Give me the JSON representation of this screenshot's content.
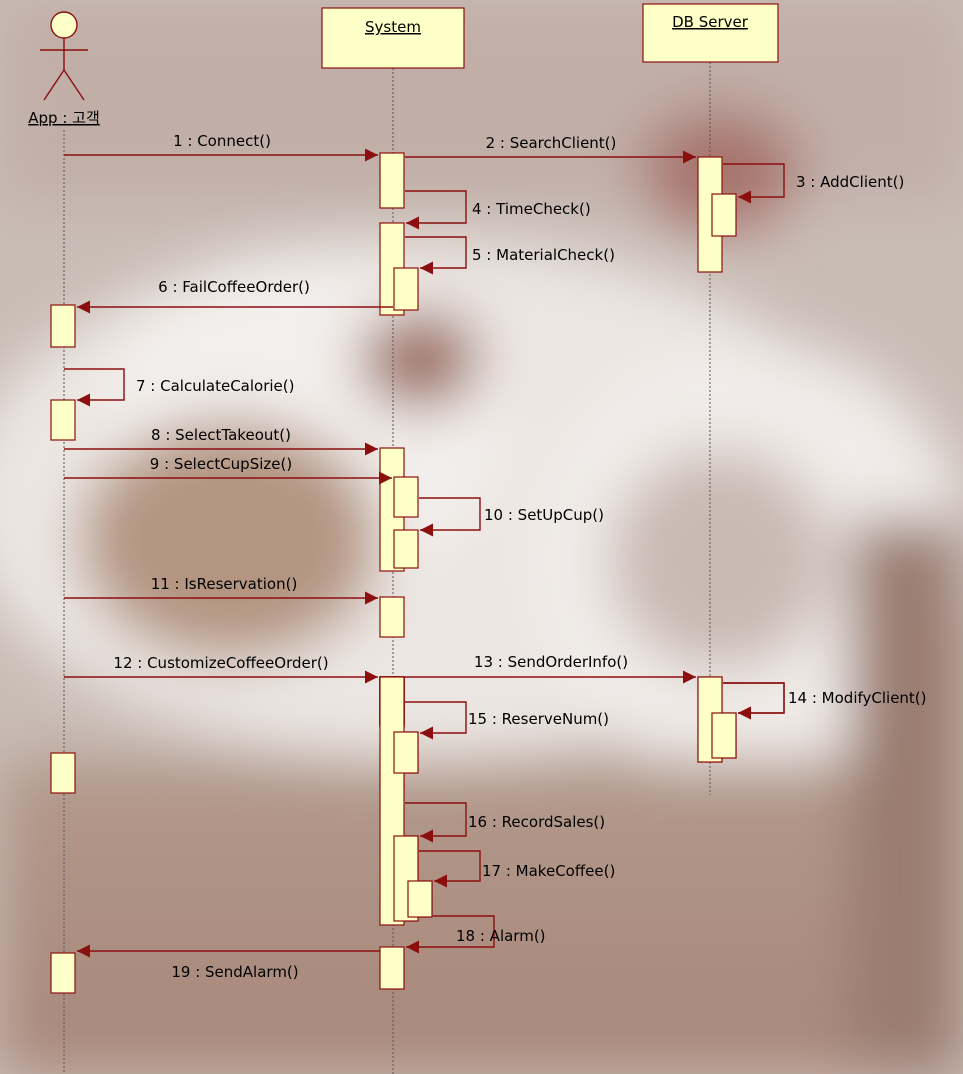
{
  "colors": {
    "box_fill": "#ffffc8",
    "box_stroke": "#8b0f0f",
    "arrow": "#8b0f0f",
    "lifeline": "#555555"
  },
  "participants": [
    {
      "id": "app",
      "label": "App : 고객",
      "kind": "actor"
    },
    {
      "id": "system",
      "label": "System",
      "kind": "object"
    },
    {
      "id": "db",
      "label": "DB Server",
      "kind": "object"
    }
  ],
  "messages": [
    {
      "n": 1,
      "label": "1 : Connect()",
      "from": "app",
      "to": "system"
    },
    {
      "n": 2,
      "label": "2 : SearchClient()",
      "from": "system",
      "to": "db"
    },
    {
      "n": 3,
      "label": "3 : AddClient()",
      "from": "db",
      "to": "db"
    },
    {
      "n": 4,
      "label": "4 : TimeCheck()",
      "from": "system",
      "to": "system"
    },
    {
      "n": 5,
      "label": "5 : MaterialCheck()",
      "from": "system",
      "to": "system"
    },
    {
      "n": 6,
      "label": "6 : FailCoffeeOrder()",
      "from": "system",
      "to": "app"
    },
    {
      "n": 7,
      "label": "7 : CalculateCalorie()",
      "from": "app",
      "to": "app"
    },
    {
      "n": 8,
      "label": "8 : SelectTakeout()",
      "from": "app",
      "to": "system"
    },
    {
      "n": 9,
      "label": "9 : SelectCupSize()",
      "from": "app",
      "to": "system"
    },
    {
      "n": 10,
      "label": "10 : SetUpCup()",
      "from": "system",
      "to": "system"
    },
    {
      "n": 11,
      "label": "11 : IsReservation()",
      "from": "app",
      "to": "system"
    },
    {
      "n": 12,
      "label": "12 : CustomizeCoffeeOrder()",
      "from": "app",
      "to": "system"
    },
    {
      "n": 13,
      "label": "13 : SendOrderInfo()",
      "from": "system",
      "to": "db"
    },
    {
      "n": 14,
      "label": "14 : ModifyClient()",
      "from": "db",
      "to": "db"
    },
    {
      "n": 15,
      "label": "15 : ReserveNum()",
      "from": "system",
      "to": "system"
    },
    {
      "n": 16,
      "label": "16 : RecordSales()",
      "from": "system",
      "to": "system"
    },
    {
      "n": 17,
      "label": "17 : MakeCoffee()",
      "from": "system",
      "to": "system"
    },
    {
      "n": 18,
      "label": "18 : Alarm()",
      "from": "system",
      "to": "system"
    },
    {
      "n": 19,
      "label": "19 : SendAlarm()",
      "from": "system",
      "to": "app"
    }
  ]
}
